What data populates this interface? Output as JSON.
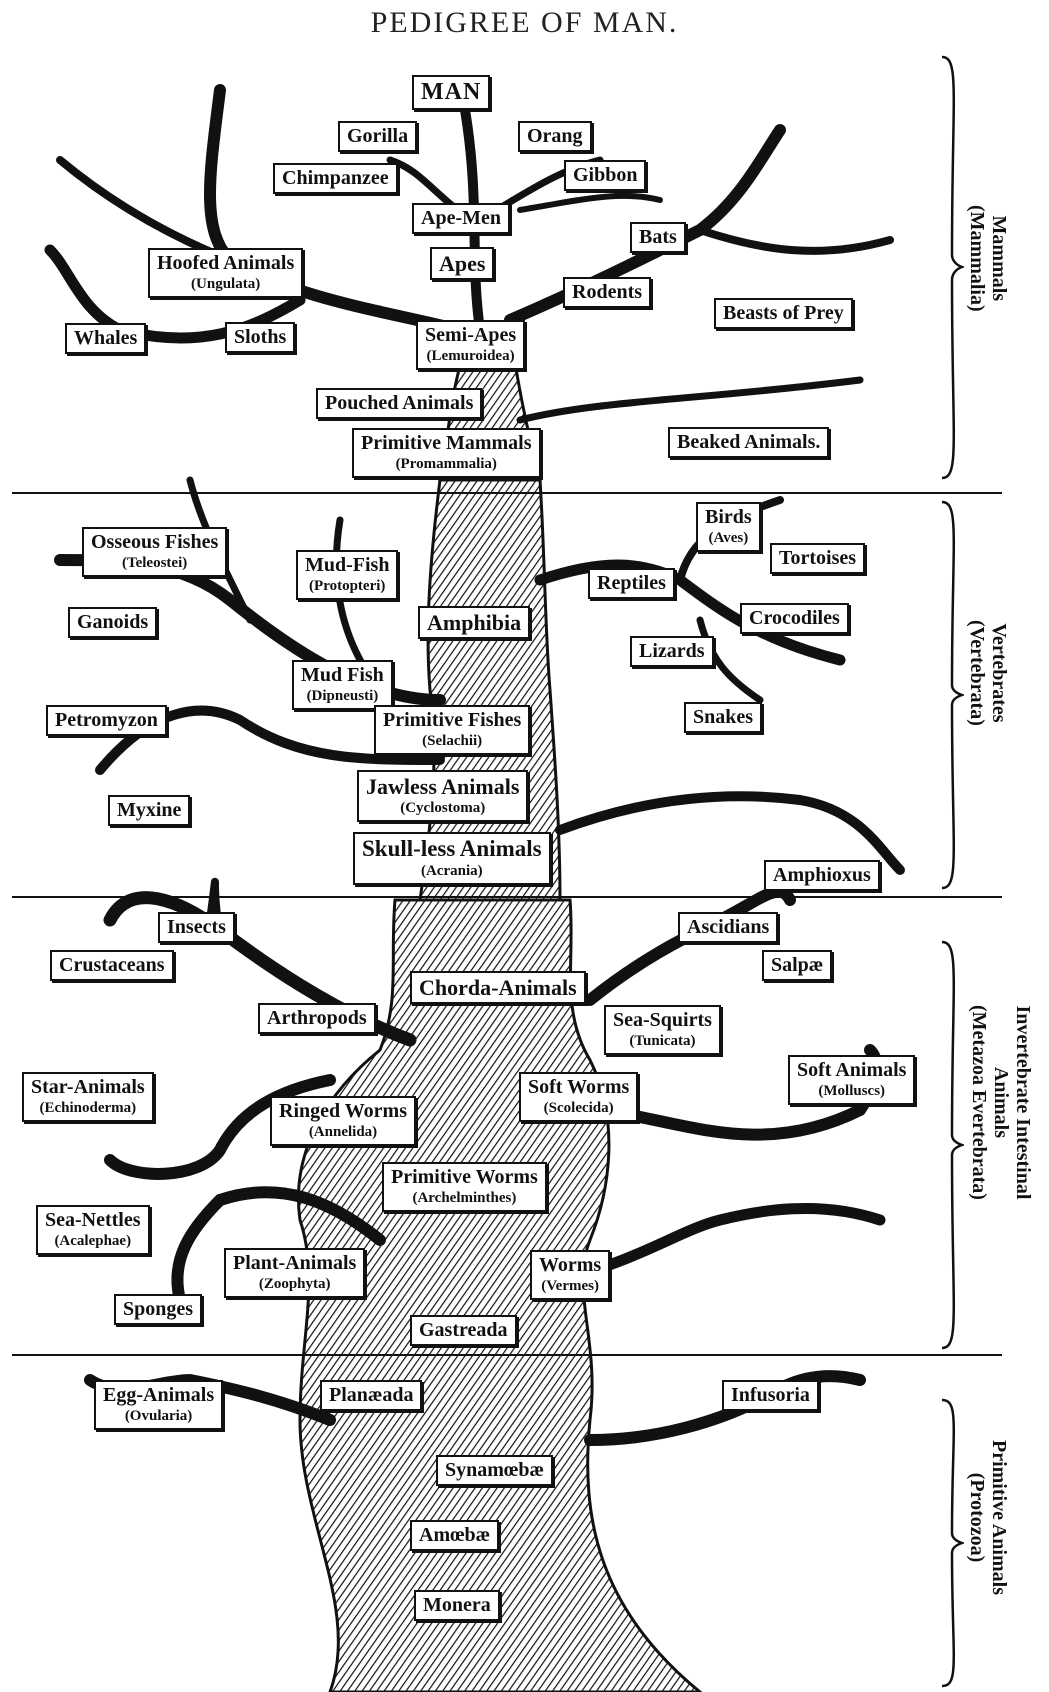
{
  "title": "PEDIGREE OF MAN.",
  "sections": [
    {
      "id": "mammals",
      "lines": [
        "Mammals",
        "(Mammalia)"
      ]
    },
    {
      "id": "vertebrates",
      "lines": [
        "Vertebrates",
        "(Vertebrata)"
      ]
    },
    {
      "id": "invertebrates",
      "lines": [
        "Invertebrate Intestinal",
        "Animals",
        "(Metazoa Evertebrata)"
      ]
    },
    {
      "id": "primitive",
      "lines": [
        "Primitive Animals",
        "(Protozoa)"
      ]
    }
  ],
  "labels": {
    "man": {
      "main": "MAN"
    },
    "gorilla": {
      "main": "Gorilla"
    },
    "orang": {
      "main": "Orang"
    },
    "chimpanzee": {
      "main": "Chimpanzee"
    },
    "gibbon": {
      "main": "Gibbon"
    },
    "ape_men": {
      "main": "Ape-Men"
    },
    "bats": {
      "main": "Bats"
    },
    "hoofed": {
      "main": "Hoofed Animals",
      "sub": "(Ungulata)"
    },
    "apes": {
      "main": "Apes"
    },
    "rodents": {
      "main": "Rodents"
    },
    "beasts": {
      "main": "Beasts of Prey"
    },
    "whales": {
      "main": "Whales"
    },
    "sloths": {
      "main": "Sloths"
    },
    "semi_apes": {
      "main": "Semi-Apes",
      "sub": "(Lemuroidea)"
    },
    "pouched": {
      "main": "Pouched Animals"
    },
    "prim_mammals": {
      "main": "Primitive Mammals",
      "sub": "(Promammalia)"
    },
    "beaked": {
      "main": "Beaked Animals."
    },
    "osseous": {
      "main": "Osseous Fishes",
      "sub": "(Teleostei)"
    },
    "mudfish1": {
      "main": "Mud-Fish",
      "sub": "(Protopteri)"
    },
    "birds": {
      "main": "Birds",
      "sub": "(Aves)"
    },
    "tortoises": {
      "main": "Tortoises"
    },
    "reptiles": {
      "main": "Reptiles"
    },
    "ganoids": {
      "main": "Ganoids"
    },
    "amphibia": {
      "main": "Amphibia"
    },
    "crocodiles": {
      "main": "Crocodiles"
    },
    "lizards": {
      "main": "Lizards"
    },
    "mudfish2": {
      "main": "Mud Fish",
      "sub": "(Dipneusti)"
    },
    "petromyzon": {
      "main": "Petromyzon"
    },
    "prim_fishes": {
      "main": "Primitive Fishes",
      "sub": "(Selachii)"
    },
    "snakes": {
      "main": "Snakes"
    },
    "jawless": {
      "main": "Jawless Animals",
      "sub": "(Cyclostoma)"
    },
    "myxine": {
      "main": "Myxine"
    },
    "skull_less": {
      "main": "Skull-less Animals",
      "sub": "(Acrania)"
    },
    "amphioxus": {
      "main": "Amphioxus"
    },
    "insects": {
      "main": "Insects"
    },
    "ascidians": {
      "main": "Ascidians"
    },
    "crustaceans": {
      "main": "Crustaceans"
    },
    "salpae": {
      "main": "Salpæ"
    },
    "chorda": {
      "main": "Chorda-Animals"
    },
    "arthropods": {
      "main": "Arthropods"
    },
    "sea_squirts": {
      "main": "Sea-Squirts",
      "sub": "(Tunicata)"
    },
    "star": {
      "main": "Star-Animals",
      "sub": "(Echinoderma)"
    },
    "soft_worms": {
      "main": "Soft Worms",
      "sub": "(Scolecida)"
    },
    "soft_animals": {
      "main": "Soft Animals",
      "sub": "(Molluscs)"
    },
    "ringed": {
      "main": "Ringed Worms",
      "sub": "(Annelida)"
    },
    "prim_worms": {
      "main": "Primitive Worms",
      "sub": "(Archelminthes)"
    },
    "sea_nettles": {
      "main": "Sea-Nettles",
      "sub": "(Acalephae)"
    },
    "plant_animals": {
      "main": "Plant-Animals",
      "sub": "(Zoophyta)"
    },
    "worms": {
      "main": "Worms",
      "sub": "(Vermes)"
    },
    "sponges": {
      "main": "Sponges"
    },
    "gastreada": {
      "main": "Gastreada"
    },
    "egg_animals": {
      "main": "Egg-Animals",
      "sub": "(Ovularia)"
    },
    "planaeada": {
      "main": "Planæada"
    },
    "infusoria": {
      "main": "Infusoria"
    },
    "synamoebae": {
      "main": "Synamœbæ"
    },
    "amoebae": {
      "main": "Amœbæ"
    },
    "monera": {
      "main": "Monera"
    }
  }
}
